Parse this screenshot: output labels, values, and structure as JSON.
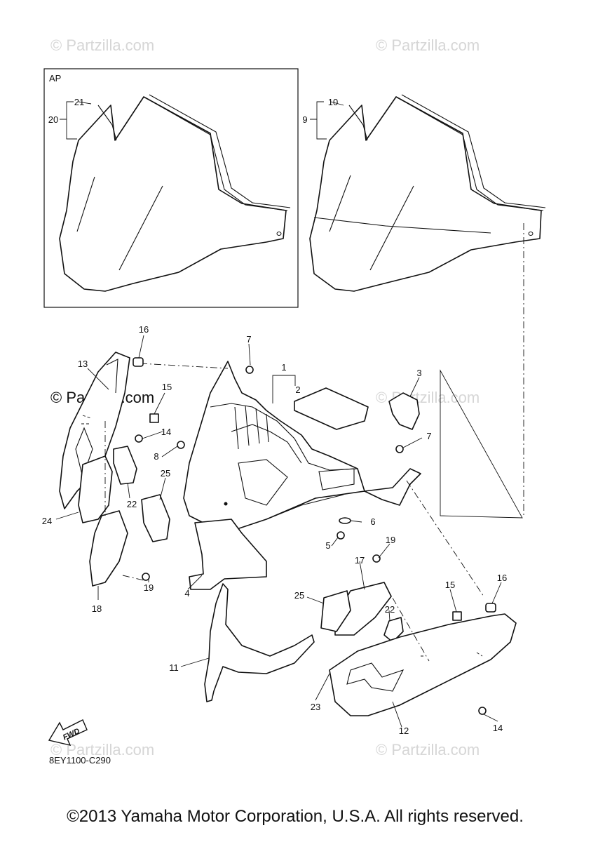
{
  "watermarks": {
    "top_left": "© Partzilla.com",
    "top_right": "© Partzilla.com",
    "center_left": "© Partzilla.com",
    "center_right": "© Partzilla.com",
    "bottom_left": "© Partzilla.com",
    "bottom_right": "© Partzilla.com"
  },
  "inset": {
    "label": "AP"
  },
  "diagram_code": "8EY1100-C290",
  "fwd_label": "FWD",
  "copyright": "©2013 Yamaha Motor Corporation, U.S.A. All rights reserved.",
  "callouts": {
    "c1": "1",
    "c2": "2",
    "c3": "3",
    "c4": "4",
    "c5": "5",
    "c6": "6",
    "c7a": "7",
    "c7b": "7",
    "c8": "8",
    "c9": "9",
    "c10": "10",
    "c11": "11",
    "c12": "12",
    "c13": "13",
    "c14a": "14",
    "c14b": "14",
    "c15a": "15",
    "c15b": "15",
    "c16a": "16",
    "c16b": "16",
    "c17": "17",
    "c18": "18",
    "c19a": "19",
    "c19b": "19",
    "c20": "20",
    "c21": "21",
    "c22a": "22",
    "c22b": "22",
    "c23": "23",
    "c24": "24",
    "c25a": "25",
    "c25b": "25"
  }
}
